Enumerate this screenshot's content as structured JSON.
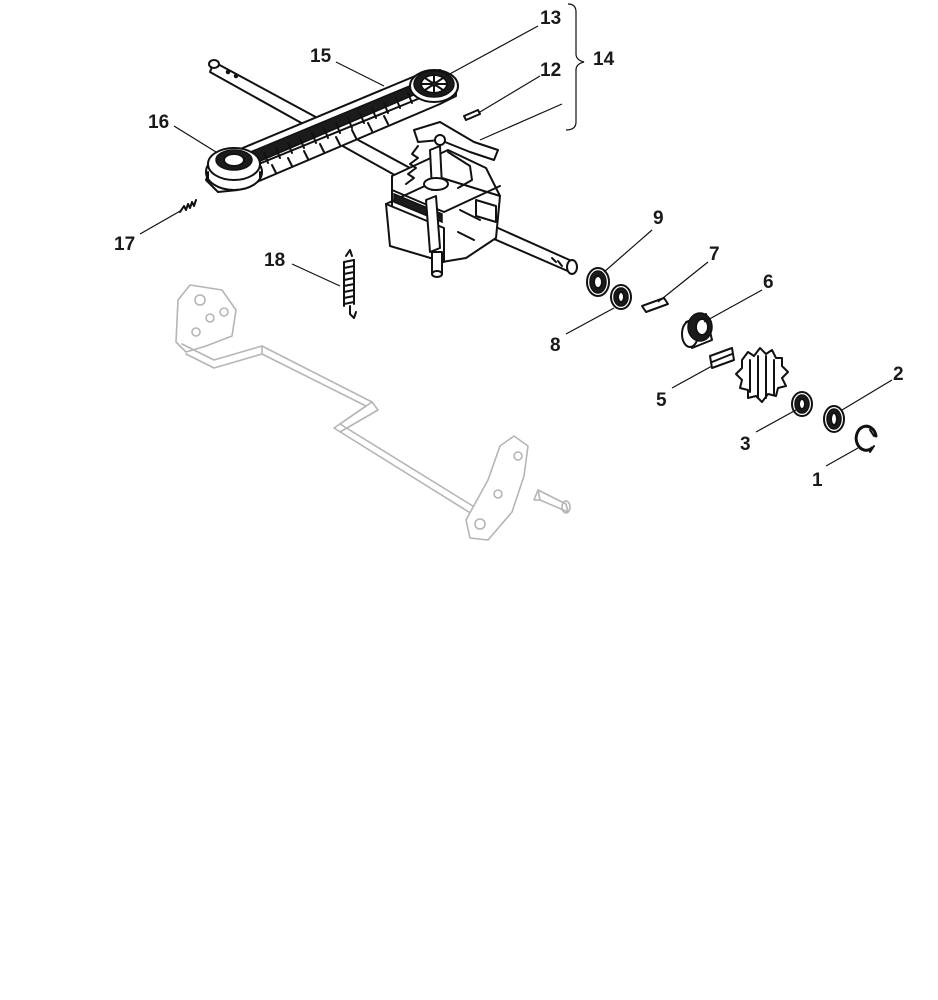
{
  "diagram": {
    "callouts": [
      {
        "id": "1",
        "text": "1"
      },
      {
        "id": "2",
        "text": "2"
      },
      {
        "id": "3",
        "text": "3"
      },
      {
        "id": "5",
        "text": "5"
      },
      {
        "id": "6",
        "text": "6"
      },
      {
        "id": "7",
        "text": "7"
      },
      {
        "id": "8",
        "text": "8"
      },
      {
        "id": "9",
        "text": "9"
      },
      {
        "id": "12",
        "text": "12"
      },
      {
        "id": "13",
        "text": "13"
      },
      {
        "id": "14",
        "text": "14"
      },
      {
        "id": "15",
        "text": "15"
      },
      {
        "id": "16",
        "text": "16"
      },
      {
        "id": "17",
        "text": "17"
      },
      {
        "id": "18",
        "text": "18"
      }
    ],
    "colors": {
      "ink": "#111111",
      "ghost_part": "#b5b5b5",
      "background": "#ffffff"
    }
  }
}
